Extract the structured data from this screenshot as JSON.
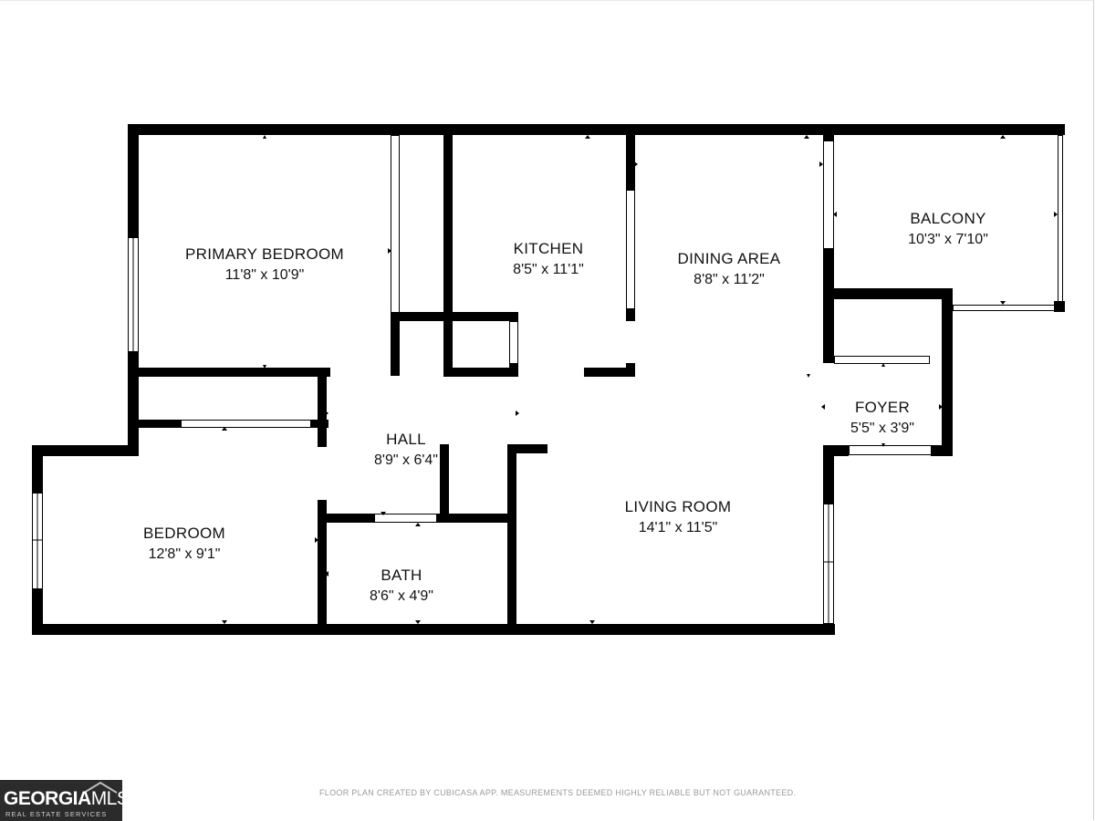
{
  "rooms": {
    "primary_bedroom": {
      "name": "PRIMARY BEDROOM",
      "dims": "11'8\" x 10'9\""
    },
    "kitchen": {
      "name": "KITCHEN",
      "dims": "8'5\" x 11'1\""
    },
    "dining_area": {
      "name": "DINING AREA",
      "dims": "8'8\" x 11'2\""
    },
    "balcony": {
      "name": "BALCONY",
      "dims": "10'3\" x 7'10\""
    },
    "foyer": {
      "name": "FOYER",
      "dims": "5'5\" x 3'9\""
    },
    "hall": {
      "name": "HALL",
      "dims": "8'9\" x 6'4\""
    },
    "bedroom": {
      "name": "BEDROOM",
      "dims": "12'8\" x 9'1\""
    },
    "bath": {
      "name": "BATH",
      "dims": "8'6\" x 4'9\""
    },
    "living_room": {
      "name": "LIVING ROOM",
      "dims": "14'1\" x 11'5\""
    }
  },
  "footer_note": "FLOOR PLAN CREATED BY CUBICASA APP. MEASUREMENTS DEEMED HIGHLY RELIABLE BUT NOT GUARANTEED.",
  "logo": {
    "brand_prefix": "GEORGIA",
    "brand_suffix": "MLS",
    "tagline": "REAL ESTATE SERVICES"
  },
  "colors": {
    "wall": "#000000",
    "background": "#ffffff",
    "logo_bg": "#2b2b2b"
  }
}
